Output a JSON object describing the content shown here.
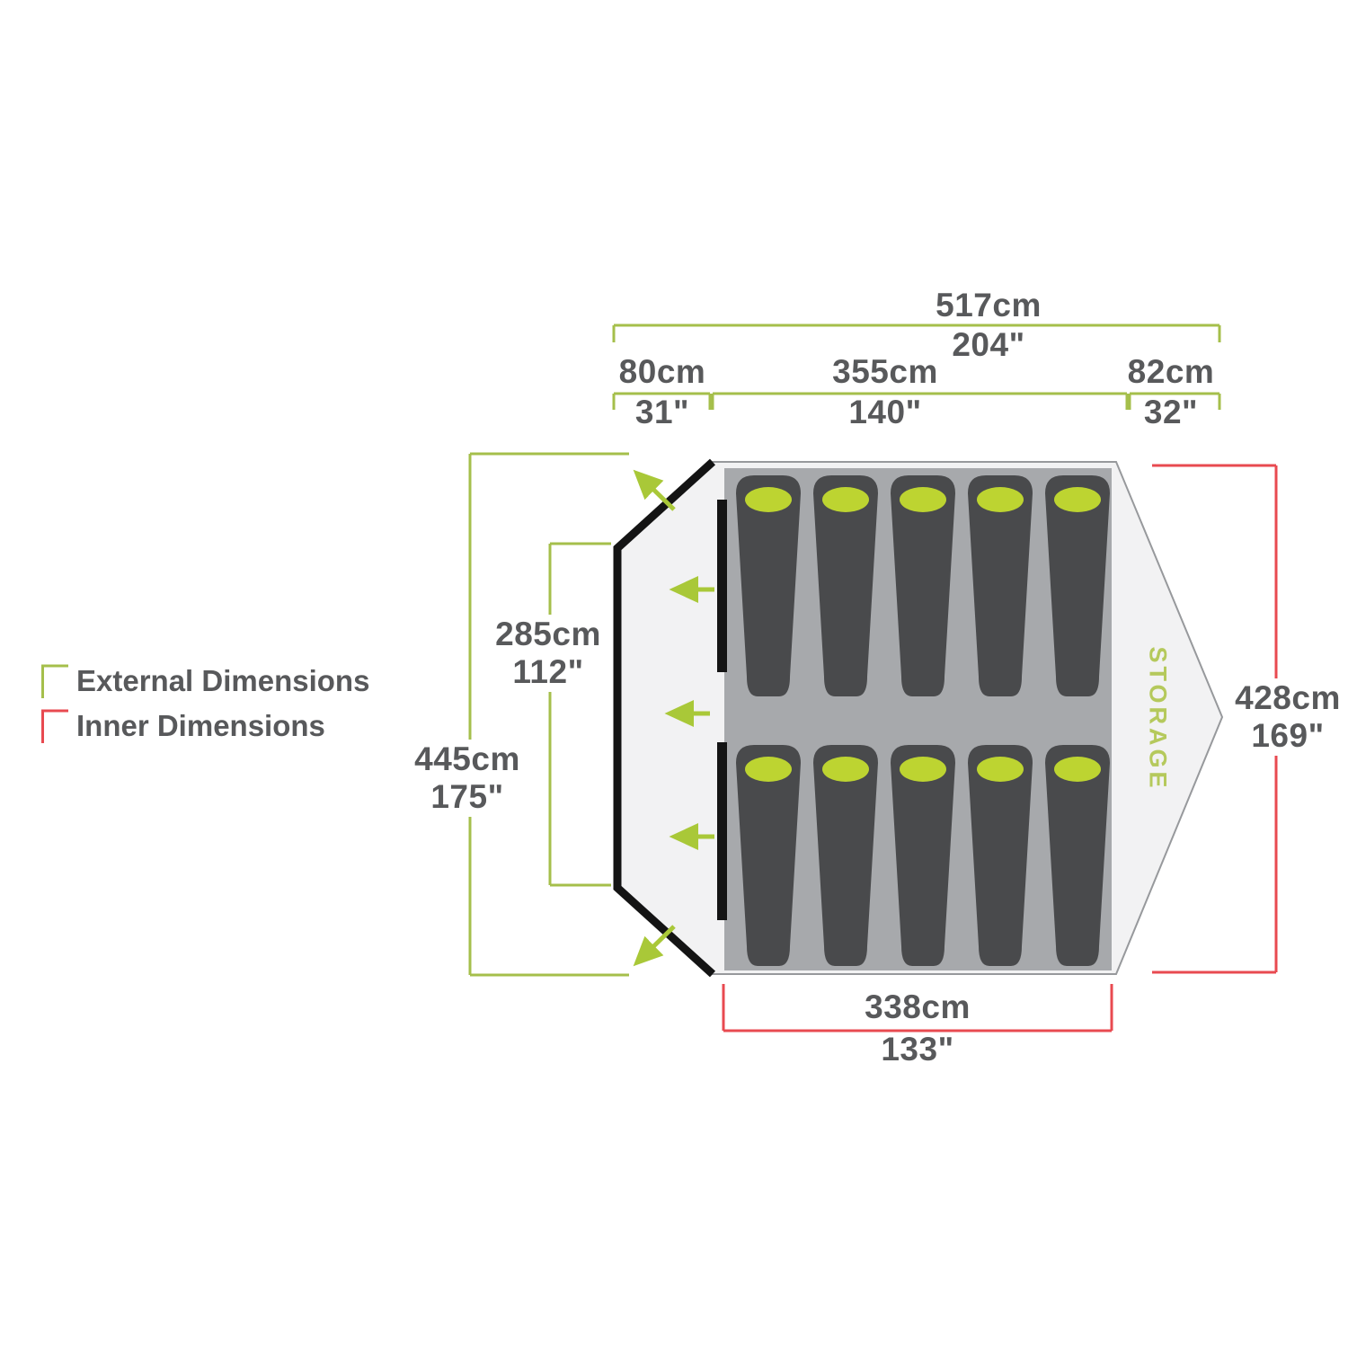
{
  "legend": {
    "external": "External Dimensions",
    "inner": "Inner Dimensions"
  },
  "dimensions": {
    "total_width": {
      "cm": "517cm",
      "inch": "204\""
    },
    "porch_left": {
      "cm": "80cm",
      "inch": "31\""
    },
    "inner_width_top": {
      "cm": "355cm",
      "inch": "140\""
    },
    "storage_width": {
      "cm": "82cm",
      "inch": "32\""
    },
    "door_height": {
      "cm": "285cm",
      "inch": "112\""
    },
    "total_depth": {
      "cm": "445cm",
      "inch": "175\""
    },
    "inner_depth": {
      "cm": "428cm",
      "inch": "169\""
    },
    "inner_width_bottom": {
      "cm": "338cm",
      "inch": "133\""
    }
  },
  "storage_label": "STORAGE",
  "sleeping_bag_count": 10,
  "colors": {
    "external_green": "#a5bf4b",
    "arrow_lime": "#a9c838",
    "pillow_lime": "#bdd431",
    "storage_green": "#b5c95c",
    "inner_red": "#e84a50",
    "text_gray": "#58595b",
    "tent_fill": "#f2f2f3",
    "tent_stroke": "#97999c",
    "floor_gray": "#a7a9ac",
    "bag_dark": "#494a4c",
    "door_black": "#141414"
  }
}
